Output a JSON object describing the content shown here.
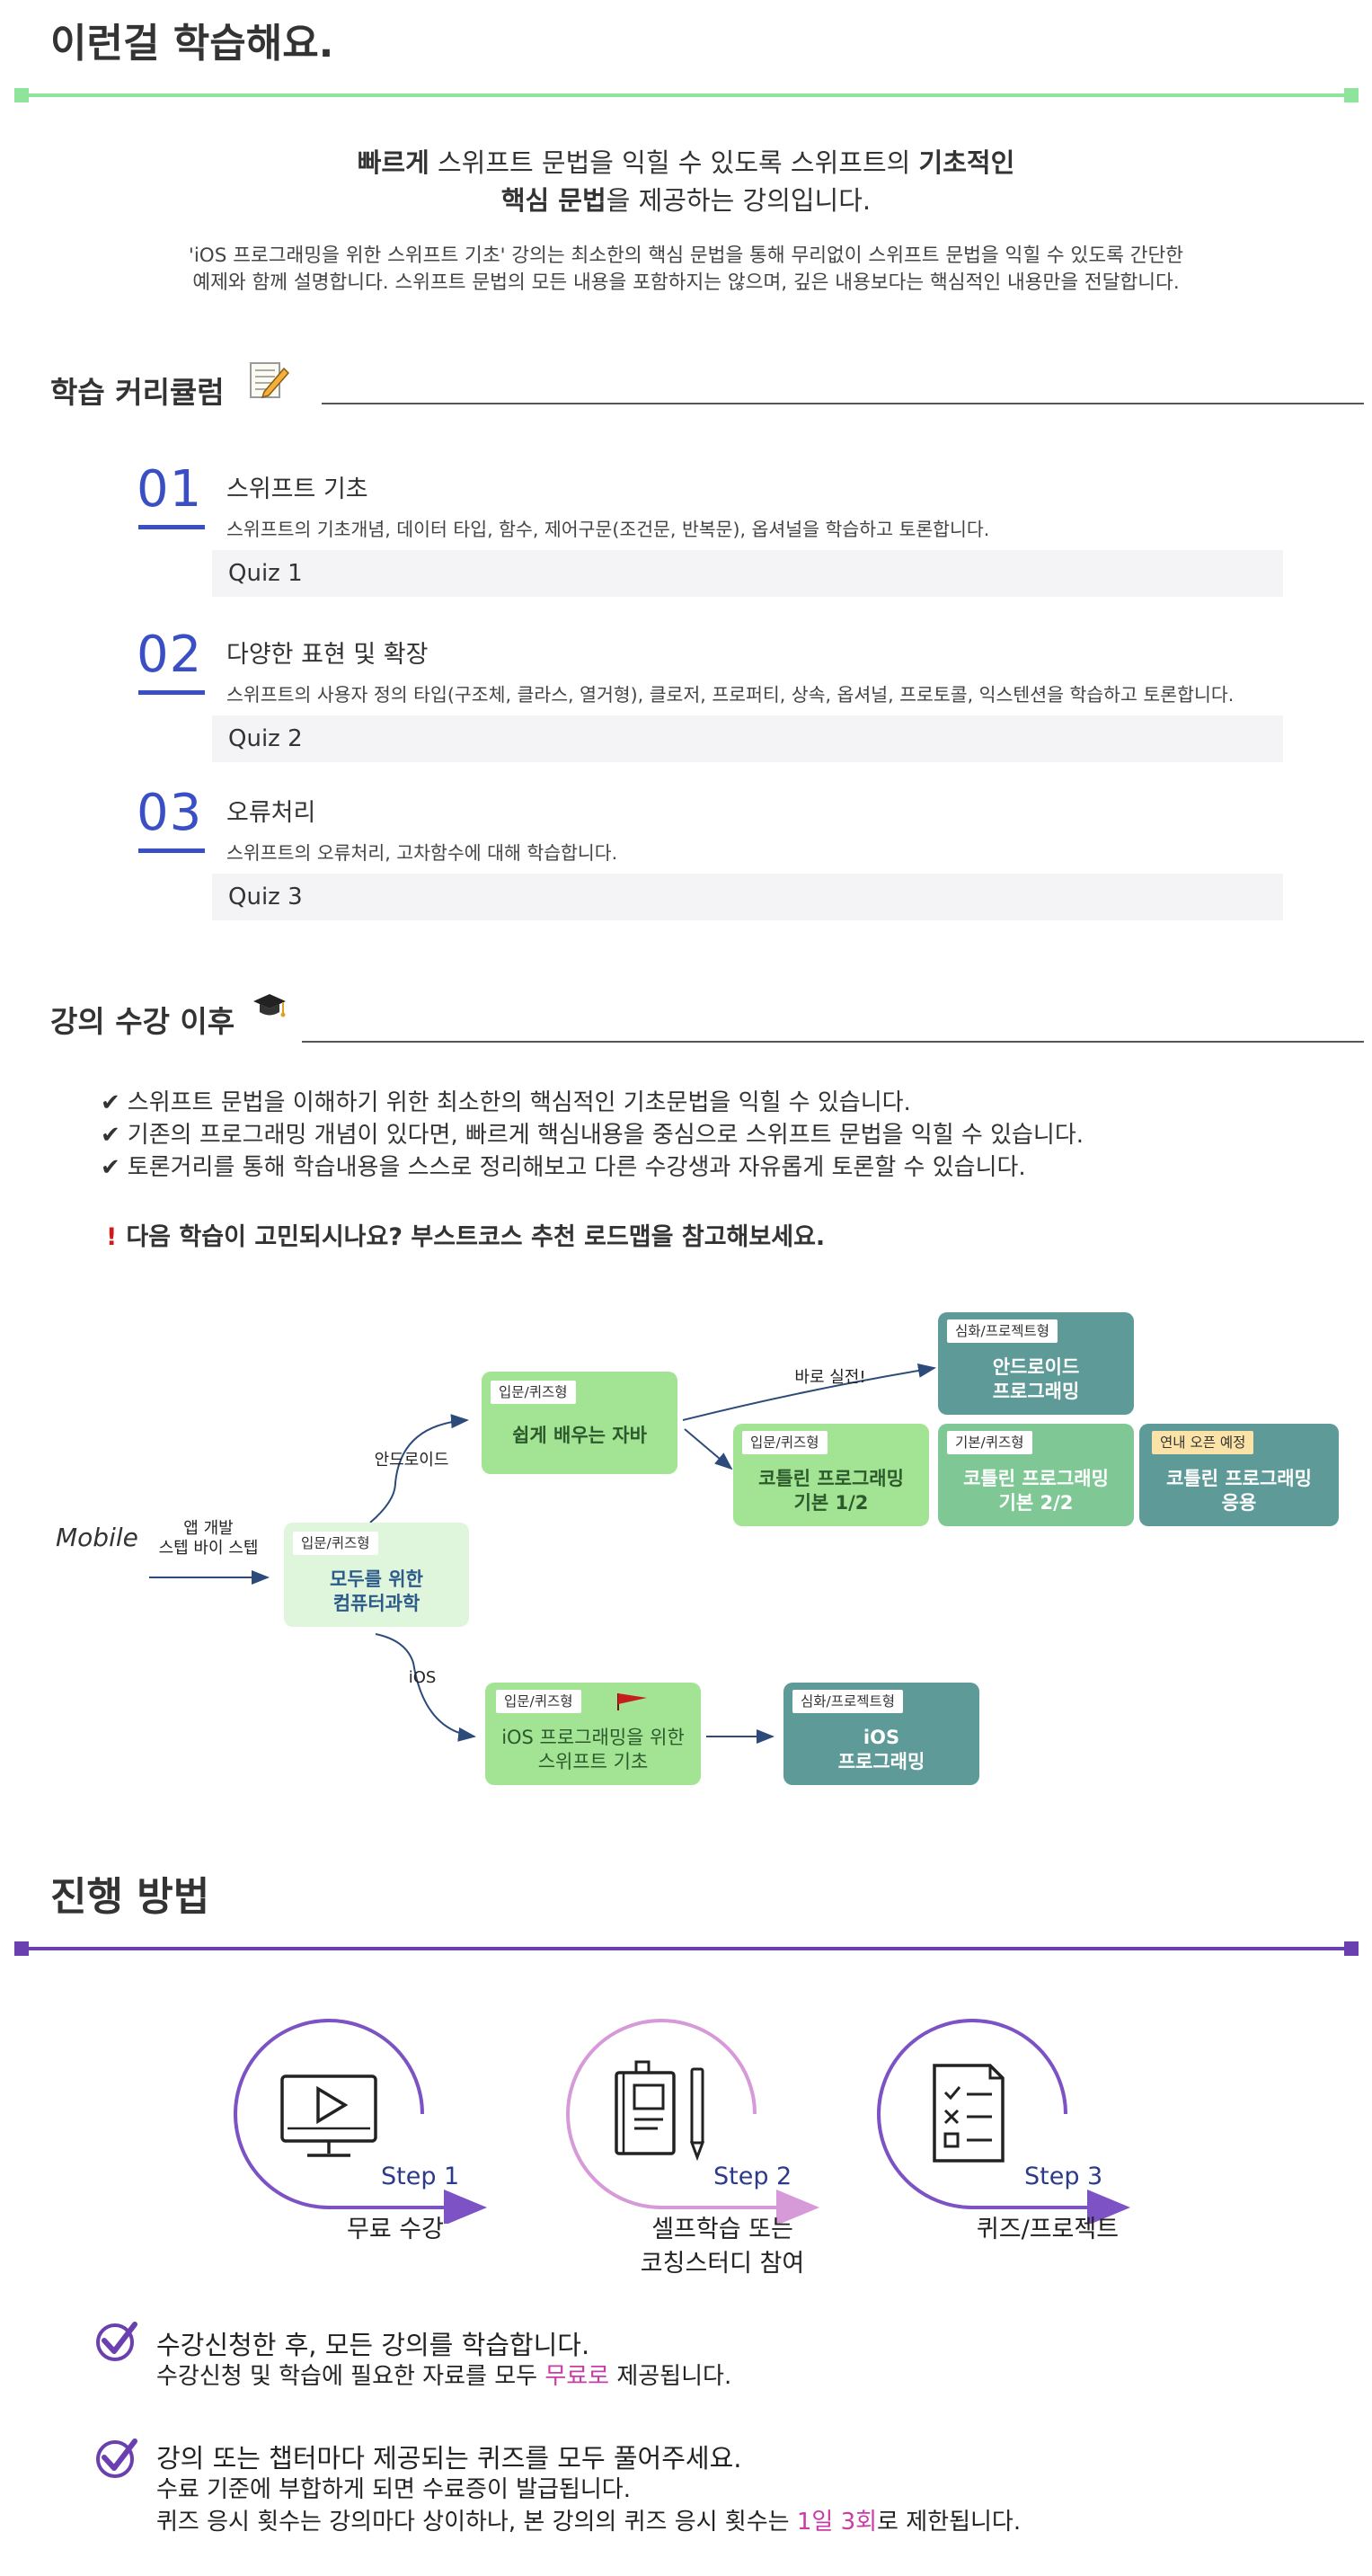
{
  "learn_section": {
    "title": "이런걸 학습해요.",
    "lead_line1_bold1": "빠르게",
    "lead_line1_mid": " 스위프트 문법을 익힐 수 있도록 스위프트의 ",
    "lead_line1_bold2": "기초적인",
    "lead_line2_bold": "핵심 문법",
    "lead_line2_rest": "을 제공하는 강의입니다.",
    "desc_line1": "'iOS 프로그래밍을 위한 스위프트 기초' 강의는 최소한의 핵심 문법을 통해 무리없이 스위프트 문법을 익힐 수 있도록 간단한",
    "desc_line2": "예제와 함께 설명합니다. 스위프트 문법의 모든 내용을 포함하지는 않으며, 깊은 내용보다는 핵심적인 내용만을 전달합니다."
  },
  "curriculum": {
    "title": "학습 커리큘럼",
    "icon": "memo-pencil-icon",
    "items": [
      {
        "num": "01",
        "title": "스위프트 기초",
        "desc": "스위프트의 기초개념, 데이터 타입, 함수, 제어구문(조건문, 반복문), 옵셔널을 학습하고 토론합니다.",
        "quiz": "Quiz 1"
      },
      {
        "num": "02",
        "title": "다양한 표현 및 확장",
        "desc": "스위프트의 사용자 정의 타입(구조체, 클라스, 열거형), 클로저, 프로퍼티, 상속, 옵셔널, 프로토콜, 익스텐션을 학습하고 토론합니다.",
        "quiz": "Quiz 2"
      },
      {
        "num": "03",
        "title": "오류처리",
        "desc": "스위프트의 오류처리, 고차함수에 대해 학습합니다.",
        "quiz": "Quiz 3"
      }
    ]
  },
  "after": {
    "title": "강의 수강 이후",
    "icon": "graduation-cap-icon",
    "items": [
      "스위프트 문법을 이해하기 위한 최소한의 핵심적인 기초문법을 익힐 수 있습니다.",
      "기존의 프로그래밍 개념이 있다면, 빠르게 핵심내용을 중심으로 스위프트 문법을 익힐 수 있습니다.",
      "토론거리를 통해 학습내용을 스스로 정리해보고 다른 수강생과 자유롭게 토론할 수 있습니다."
    ],
    "notice_mark": "!",
    "notice": "다음 학습이 고민되시나요? 부스트코스 추천 로드맵을 참고해보세요."
  },
  "roadmap": {
    "start_label": "Mobile",
    "edge_app": [
      "앱 개발",
      "스텝 바이 스텝"
    ],
    "edge_android": "안드로이드",
    "edge_ios": "iOS",
    "edge_practice": "바로 실전!",
    "nodes": {
      "cs": {
        "tag": "입문/퀴즈형",
        "lines": [
          "모두를 위한",
          "컴퓨터과학"
        ]
      },
      "java": {
        "tag": "입문/퀴즈형",
        "lines": [
          "쉽게 배우는 자바"
        ]
      },
      "android": {
        "tag": "심화/프로젝트형",
        "lines": [
          "안드로이드",
          "프로그래밍"
        ]
      },
      "kotlin1": {
        "tag": "입문/퀴즈형",
        "lines": [
          "코틀린 프로그래밍",
          "기본 1/2"
        ]
      },
      "kotlin2": {
        "tag": "기본/퀴즈형",
        "lines": [
          "코틀린 프로그래밍",
          "기본 2/2"
        ]
      },
      "kotlin_app": {
        "tag": "연내 오픈 예정",
        "lines": [
          "코틀린 프로그래밍",
          "응용"
        ]
      },
      "swift": {
        "tag": "입문/퀴즈형",
        "lines": [
          "iOS 프로그래밍을 위한",
          "스위프트 기초"
        ],
        "flag": "red-flag-icon"
      },
      "ios": {
        "tag": "심화/프로젝트형",
        "lines": [
          "iOS",
          "프로그래밍"
        ]
      }
    },
    "colors": {
      "lightgreen": "#dff5dc",
      "green": "#a3e494",
      "teal": "#5e9a97",
      "tealgreen": "#7fc896",
      "arrow": "#2c4a7a"
    }
  },
  "process": {
    "title": "진행 방법",
    "steps": [
      {
        "label": "Step 1",
        "caption": [
          "무료 수강"
        ],
        "icon": "monitor-play-icon",
        "color": "#7c52c4"
      },
      {
        "label": "Step 2",
        "caption": [
          "셀프학습 또는",
          "코칭스터디 참여"
        ],
        "icon": "book-pencil-icon",
        "color": "#d79ad8"
      },
      {
        "label": "Step 3",
        "caption": [
          "퀴즈/프로젝트"
        ],
        "icon": "checklist-icon",
        "color": "#7c52c4"
      }
    ],
    "notes": [
      {
        "main": "수강신청한 후, 모든 강의를 학습합니다.",
        "sub_pre": "수강신청 및 학습에 필요한 자료를 모두 ",
        "sub_highlight": "무료로",
        "sub_post": " 제공됩니다."
      },
      {
        "main": "강의 또는 챕터마다 제공되는 퀴즈를 모두 풀어주세요.",
        "sub1": "수료 기준에 부합하게 되면 수료증이 발급됩니다.",
        "sub2_pre": "퀴즈 응시 횟수는 강의마다 상이하나, 본 강의의 퀴즈 응시 횟수는 ",
        "sub2_highlight": "1일 3회",
        "sub2_post": "로 제한됩니다."
      }
    ],
    "check_icon": "circle-check-icon",
    "accent": "#6a3fb0",
    "highlight": "#c93ca5"
  }
}
